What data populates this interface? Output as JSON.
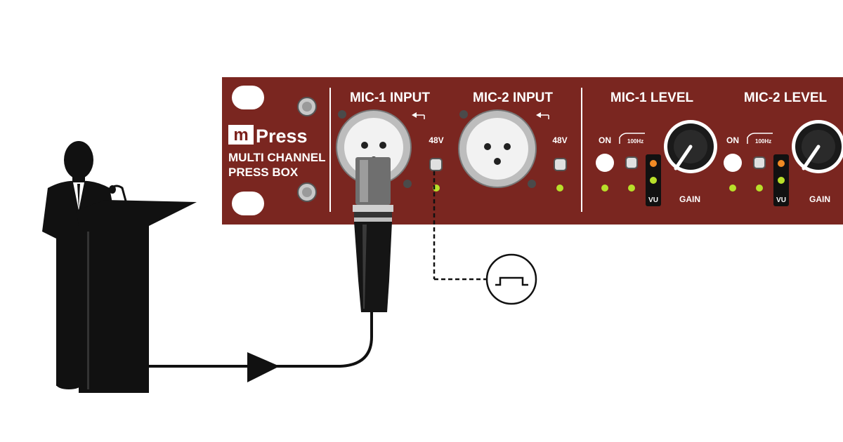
{
  "panel": {
    "color": "#7a2620",
    "brand_logo_letter": "m",
    "brand_name": "Press",
    "subtitle_line1": "MULTI CHANNEL",
    "subtitle_line2": "PRESS BOX"
  },
  "inputs": [
    {
      "label": "MIC-1 INPUT",
      "phantom_label": "48V"
    },
    {
      "label": "MIC-2 INPUT",
      "phantom_label": "48V"
    }
  ],
  "levels": [
    {
      "label": "MIC-1 LEVEL",
      "on_label": "ON",
      "filter_label": "100Hz",
      "vu_label": "VU",
      "gain_label": "GAIN"
    },
    {
      "label": "MIC-2 LEVEL",
      "on_label": "ON",
      "filter_label": "100Hz",
      "vu_label": "VU",
      "gain_label": "GAIN"
    }
  ],
  "colors": {
    "led_green": "#b8e02a",
    "led_orange": "#f08a24",
    "silhouette": "#111111"
  },
  "icons": [
    "speaker-at-podium-icon",
    "xlr-plug-icon",
    "push-button-switch-icon",
    "signal-arrow-icon"
  ]
}
